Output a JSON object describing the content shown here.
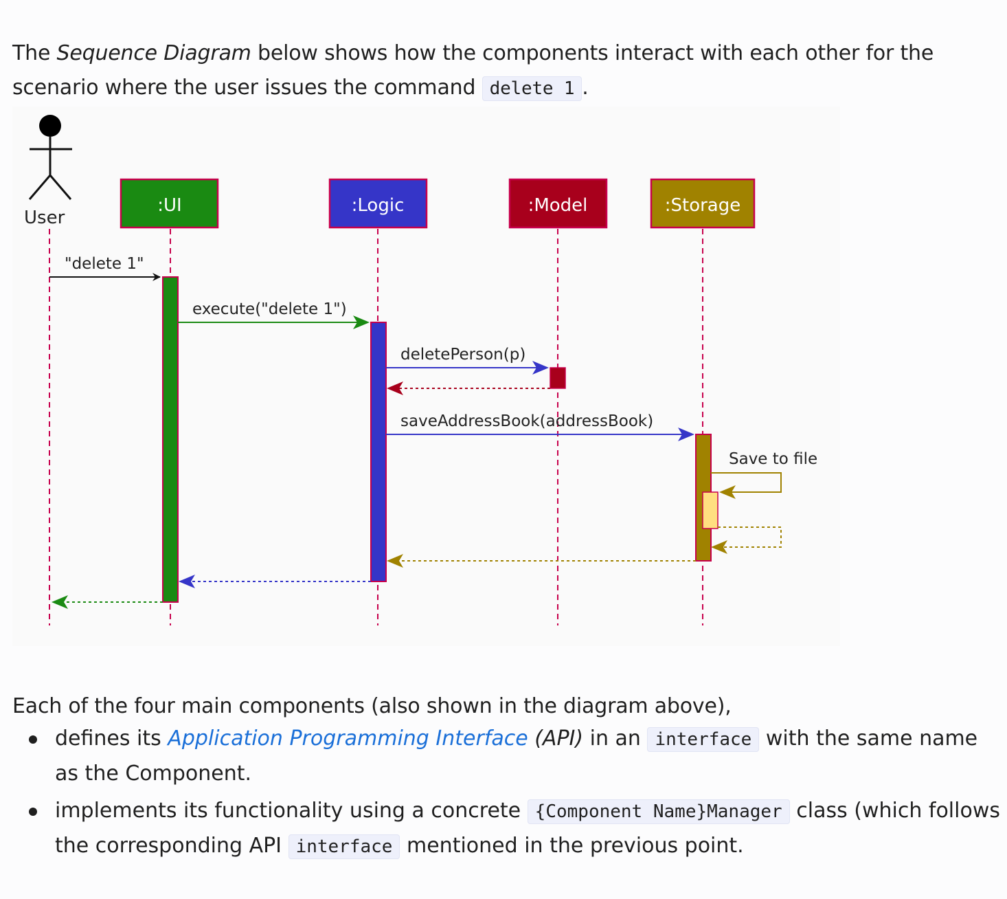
{
  "intro": {
    "t1": "The ",
    "t2": "Sequence Diagram",
    "t3": " below shows how the components interact with each other for the scenario where the user issues the command ",
    "code": "delete 1",
    "t4": "."
  },
  "diagram": {
    "actor": "User",
    "participants": [
      {
        "name": ":UI",
        "color": "#1a8a12"
      },
      {
        "name": ":Logic",
        "color": "#3535c8"
      },
      {
        "name": ":Model",
        "color": "#a8001c"
      },
      {
        "name": ":Storage",
        "color": "#a08200"
      }
    ],
    "messages": {
      "user_to_ui": "\"delete 1\"",
      "ui_to_logic": "execute(\"delete 1\")",
      "logic_to_model": "deletePerson(p)",
      "logic_to_storage": "saveAddressBook(addressBook)",
      "storage_self": "Save to file"
    },
    "colors": {
      "lifeline": "#c7004c",
      "ui_return": "#1a8a12",
      "logic_return": "#3535c8",
      "model_return": "#a8001c",
      "storage_return": "#a08200",
      "storage_self_activation": "#ffdf80"
    }
  },
  "each": {
    "text": "Each of the four main components (also shown in the diagram above),"
  },
  "bullets": {
    "b1": {
      "t1": "defines its ",
      "link": "Application Programming Interface",
      "t2": " (API)",
      "t3": " in an ",
      "code": "interface",
      "t4": " with the same name as the Component."
    },
    "b2": {
      "t1": "implements its functionality using a concrete ",
      "code1": "{Component Name}Manager",
      "t2": " class (which follows the corresponding API ",
      "code2": "interface",
      "t3": " mentioned in the previous point."
    }
  }
}
